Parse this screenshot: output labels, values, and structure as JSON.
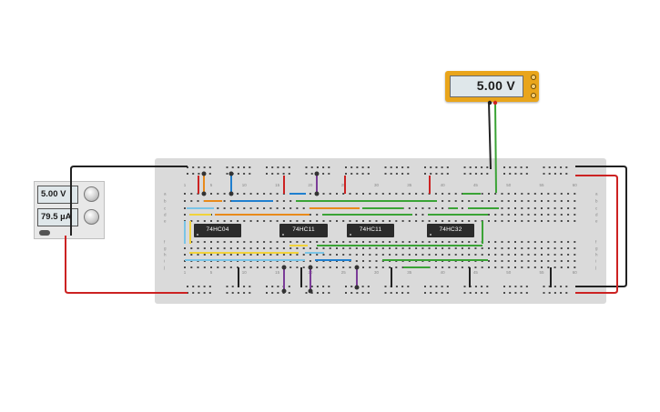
{
  "multimeter": {
    "reading": "5.00 V",
    "probe_colors": {
      "black": "#222222",
      "red": "#cc2222"
    }
  },
  "power_supply": {
    "voltage": "5.00 V",
    "current": "79.5 µA",
    "knob_icon": "adjust-knob-icon"
  },
  "breadboard": {
    "column_numbers": [
      "1",
      "5",
      "10",
      "15",
      "20",
      "25",
      "30",
      "35",
      "40",
      "45",
      "50",
      "55",
      "60"
    ],
    "row_letters_top": [
      "a",
      "b",
      "c",
      "d",
      "e"
    ],
    "row_letters_bottom": [
      "f",
      "g",
      "h",
      "i",
      "j"
    ]
  },
  "chips": [
    {
      "label": "74HC04"
    },
    {
      "label": "74HC11"
    },
    {
      "label": "74HC11"
    },
    {
      "label": "74HC32"
    }
  ],
  "colors": {
    "wire_black": "#222222",
    "wire_red": "#cc2222",
    "wire_green": "#3aa335",
    "wire_orange": "#e88a1a",
    "wire_blue": "#1f7fcf",
    "wire_light_blue": "#7ac4e6",
    "wire_yellow": "#f1d23a",
    "wire_purple": "#7b3c98",
    "board": "#dadada",
    "meter_body": "#e9a51b"
  }
}
